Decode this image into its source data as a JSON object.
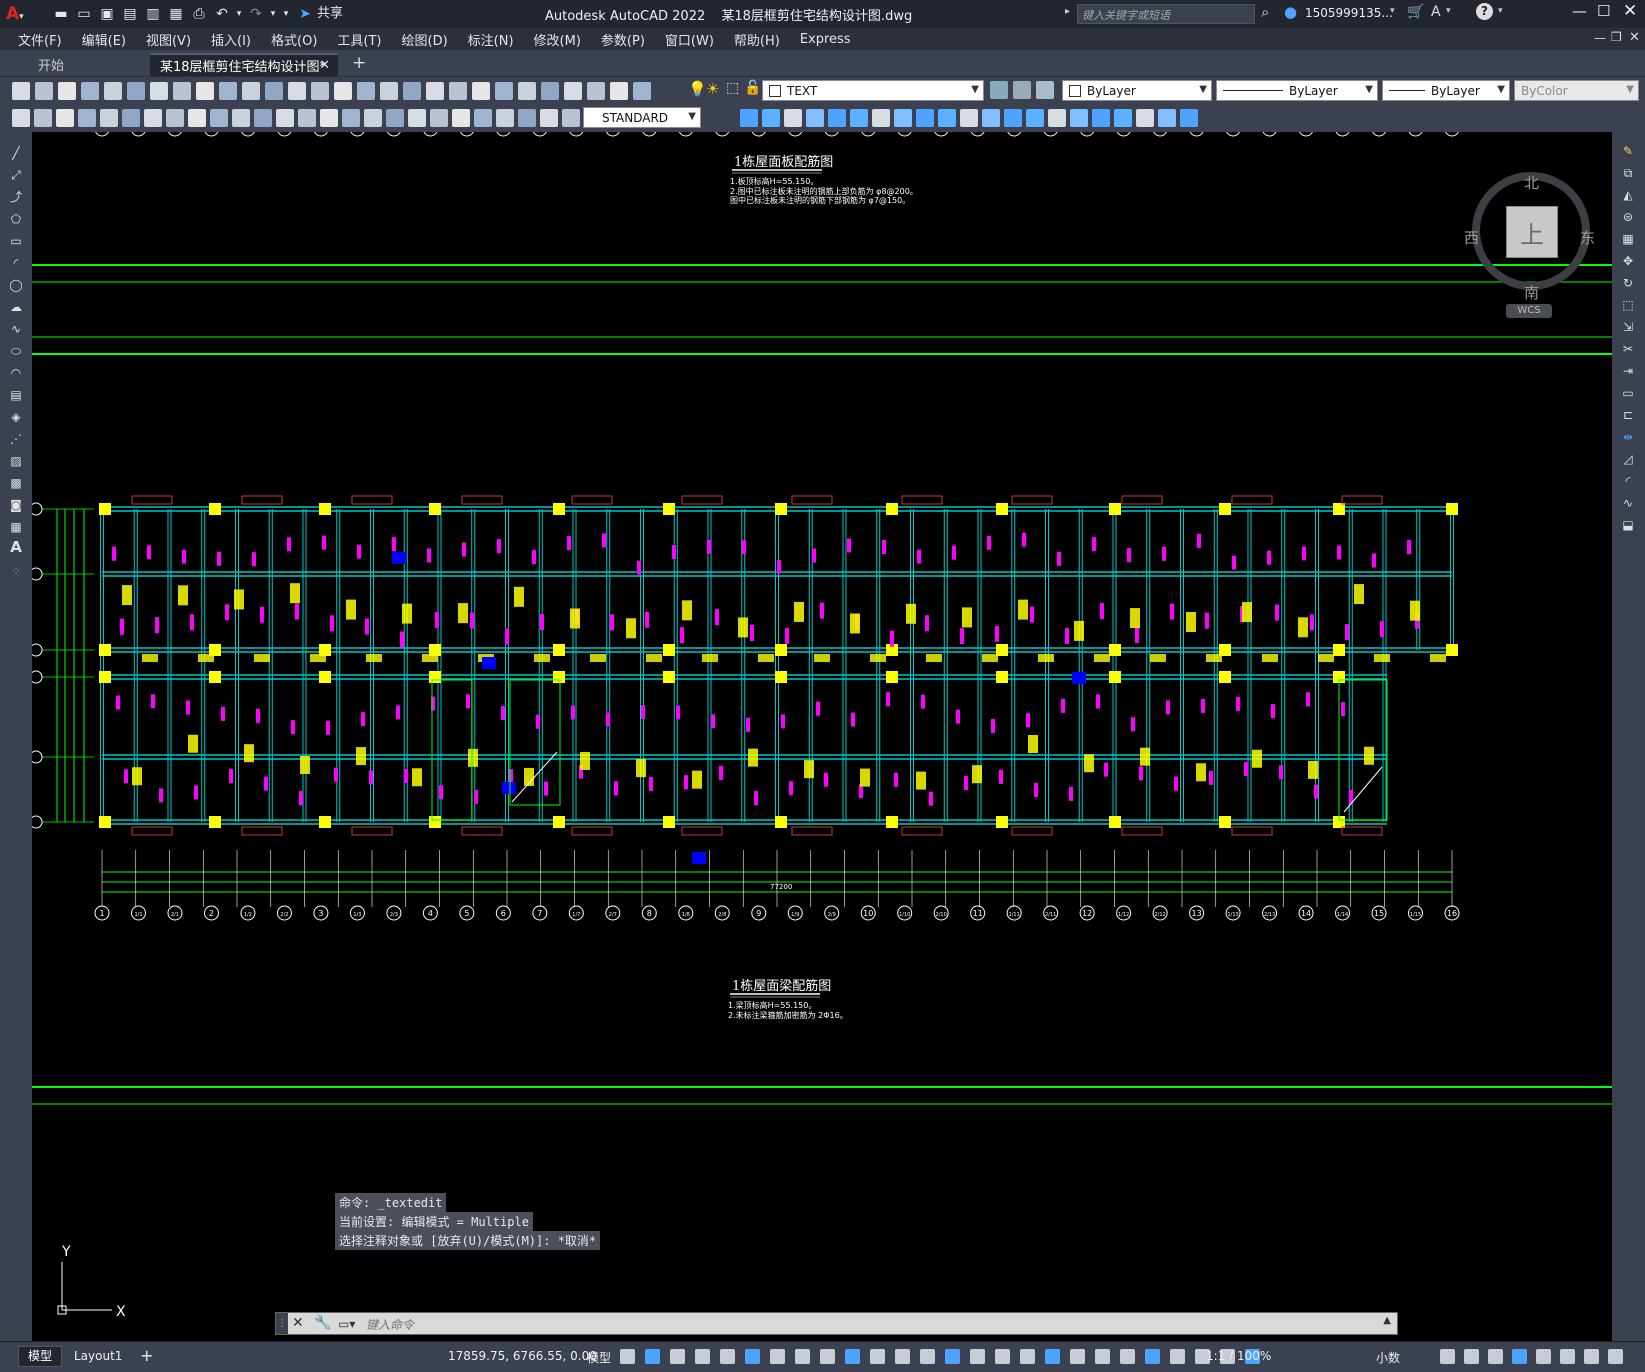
{
  "title": {
    "app": "Autodesk AutoCAD 2022",
    "file": "某18层框剪住宅结构设计图.dwg",
    "share": "共享",
    "search_placeholder": "键入关键字或短语",
    "user": "1505999135..."
  },
  "menu": [
    "文件(F)",
    "编辑(E)",
    "视图(V)",
    "插入(I)",
    "格式(O)",
    "工具(T)",
    "绘图(D)",
    "标注(N)",
    "修改(M)",
    "参数(P)",
    "窗口(W)",
    "帮助(H)",
    "Express"
  ],
  "tabs": {
    "start": "开始",
    "active": "某18层框剪住宅结构设计图*"
  },
  "toolbar": {
    "text_style": "TEXT",
    "layer_color": "ByLayer",
    "linetype": "ByLayer",
    "lineweight": "ByLayer",
    "plot_style": "ByColor",
    "dim_style": "STANDARD"
  },
  "viewcube": {
    "north": "北",
    "south": "南",
    "east": "东",
    "west": "西",
    "top": "上",
    "wcs": "WCS"
  },
  "drawing": {
    "title_top": "1栋屋面板配筋图",
    "note_top_1": "1.板顶标高H=55.150。",
    "note_top_2": "2.图中已标注板未注明的钢筋上部负筋为 φ8@200。",
    "note_top_3": "  图中已标注板未注明的钢筋下部钢筋为 φ7@150。",
    "title_bottom": "1栋屋面梁配筋图",
    "note_bottom_1": "1.梁顶标高H=55.150。",
    "note_bottom_2": "2.未标注梁箍筋加密筋为 2Φ16。",
    "overall_dim": "77200",
    "axis_labels": [
      "1",
      "1/1",
      "2/1",
      "2",
      "1/2",
      "2/2",
      "3",
      "1/3",
      "2/3",
      "4",
      "5",
      "6",
      "7",
      "1/7",
      "2/7",
      "8",
      "1/8",
      "2/8",
      "9",
      "1/9",
      "2/9",
      "10",
      "1/10",
      "2/10",
      "11",
      "1/11",
      "2/11",
      "12",
      "1/12",
      "2/12",
      "13",
      "1/13",
      "2/13",
      "14",
      "1/14",
      "15",
      "1/15",
      "16"
    ],
    "ucs_x": "X",
    "ucs_y": "Y"
  },
  "command_history": [
    "命令: _textedit",
    "当前设置: 编辑模式 = Multiple",
    "选择注释对象或 [放弃(U)/模式(M)]: *取消*"
  ],
  "command_placeholder": "键入命令",
  "layout_tabs": [
    "模型",
    "Layout1"
  ],
  "status": {
    "coords": "17859.75, 6766.55, 0.00",
    "model": "模型",
    "scale": "1:1 / 100%",
    "units": "小数"
  },
  "colors": {
    "accent_green": "#00ff00",
    "column_yellow": "#ffff00",
    "beam_cyan": "#00c8c8",
    "annot_magenta": "#ff00ff",
    "title_bar": "#22272f",
    "toolbar": "#3b4150"
  }
}
